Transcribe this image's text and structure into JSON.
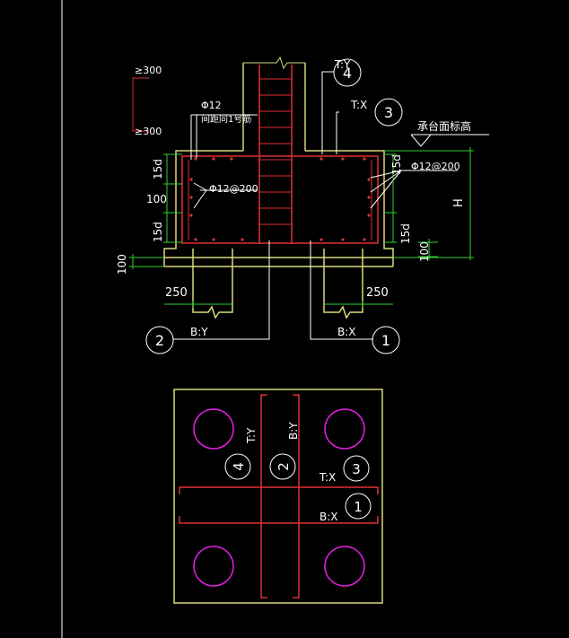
{
  "section": {
    "dim_ge300_top": "≥300",
    "dim_ge300_bottom": "≥300",
    "phi12_label": "Φ12",
    "stirrup_note": "间距同1号筋",
    "rebar_center": "Φ12@200",
    "rebar_right": "Φ12@200",
    "len_15d_left_top": "15d",
    "len_15d_left_bottom": "15d",
    "len_15d_right_top": "15d",
    "len_15d_right_bottom": "15d",
    "dim_100_left": "100",
    "dim_100_outer_left": "100",
    "dim_100_right": "100",
    "dim_250_left": "250",
    "dim_250_right": "250",
    "dim_H": "H",
    "elevation_label": "承台面标高",
    "tag_TY": "T:Y",
    "tag_TX": "T:X",
    "tag_BY": "B:Y",
    "tag_BX": "B:X",
    "num_4": "4",
    "num_3": "3",
    "num_2": "2",
    "num_1": "1"
  },
  "plan": {
    "tag_TY": "T:Y",
    "tag_BY": "B:Y",
    "tag_TX": "T:X",
    "tag_BX": "B:X",
    "num_4": "4",
    "num_2": "2",
    "num_3": "3",
    "num_1": "1"
  },
  "colors": {
    "concrete": "#d8d87a",
    "rebar": "#e03030",
    "dimension": "#30d030",
    "pile_circle": "#e020e0",
    "text": "#ffffff"
  }
}
